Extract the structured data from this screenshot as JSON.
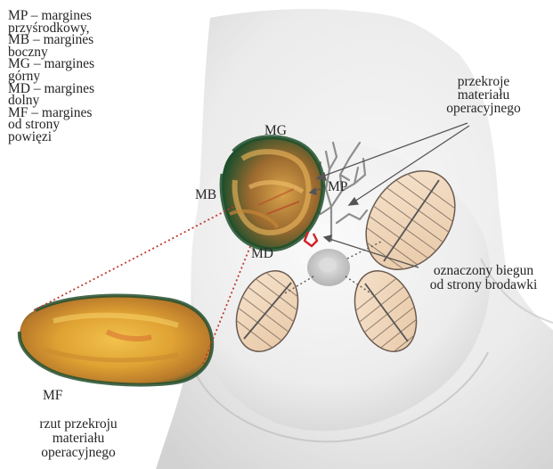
{
  "legend": {
    "lines": [
      "MP – margines",
      "przyśrodkowy,",
      "MB – margines",
      "boczny",
      "MG – margines",
      "górny",
      "MD – margines",
      "dolny",
      "MF – margines",
      "od strony",
      "powięzi"
    ]
  },
  "labels": {
    "mg": "MG",
    "mb": "MB",
    "mp": "MP",
    "md": "MD",
    "mf": "MF",
    "sections": [
      "przekroje",
      "materiału",
      "operacyjnego"
    ],
    "nipple_pole": [
      "oznaczony biegun",
      "od strony brodawki"
    ],
    "projection": [
      "rzut przekroju",
      "materiału",
      "operacyjnego"
    ]
  },
  "colors": {
    "skin": "#ececec",
    "specimen_green": "#1f5a32",
    "specimen_tissue": "#d9a234",
    "slice_fill": "#f1d8bd",
    "slice_stroke": "#6a5a50",
    "marker_red": "#d2232a",
    "dotted_line": "#c0392b"
  },
  "icons": {
    "slice": "sliced-specimen-ellipse",
    "specimen": "excised-tissue-specimen",
    "ducts": "milk-duct-branches"
  }
}
